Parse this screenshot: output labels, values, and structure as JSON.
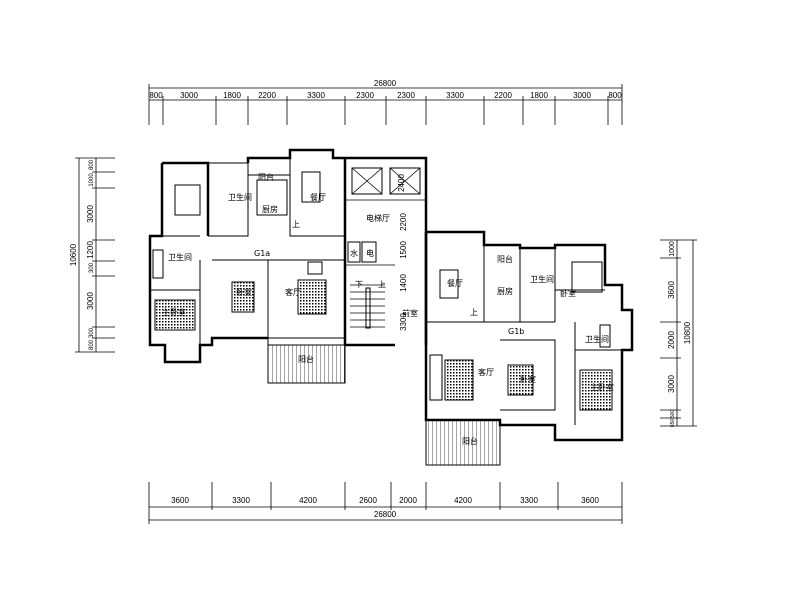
{
  "drawing": {
    "top_dimensions": {
      "total": "26800",
      "segments": [
        "800",
        "3000",
        "1800",
        "2200",
        "3300",
        "2300",
        "2300",
        "3300",
        "2200",
        "1800",
        "3000",
        "800"
      ]
    },
    "bottom_dimensions": {
      "total": "26800",
      "segments": [
        "3600",
        "3300",
        "4200",
        "2600",
        "2000",
        "4200",
        "3300",
        "3600"
      ]
    },
    "left_dimensions": {
      "total": "10600",
      "segments": [
        "800",
        "1000",
        "3000",
        "1200",
        "300",
        "3000",
        "300",
        "800"
      ]
    },
    "right_dimensions": {
      "total": "10800",
      "segments": [
        "1000",
        "3600",
        "2000",
        "3000",
        "500",
        "650"
      ]
    },
    "core_dimensions": [
      "2400",
      "2200",
      "1500",
      "1400",
      "3300"
    ],
    "unit_a": {
      "tag": "G1a",
      "rooms": {
        "bath_top": "卫生间",
        "kitchen": "厨房",
        "dining": "餐厅",
        "service_balcony": "阳台",
        "bath": "卫生间",
        "master_bedroom": "主卧室",
        "bedroom": "卧室",
        "living": "客厅",
        "balcony": "阳台",
        "up": "上"
      }
    },
    "core": {
      "elevator_hall": "电梯厅",
      "water": "水",
      "electric": "电",
      "down": "下",
      "up": "上",
      "front_room": "前室"
    },
    "unit_b": {
      "tag": "G1b",
      "rooms": {
        "dining": "餐厅",
        "service_balcony": "阳台",
        "kitchen": "厨房",
        "bath_top": "卫生间",
        "bedroom_top": "卧室",
        "bath": "卫生间",
        "master_bedroom": "主卧室",
        "bedroom": "卧室",
        "living": "客厅",
        "balcony": "阳台",
        "up": "上"
      }
    }
  }
}
